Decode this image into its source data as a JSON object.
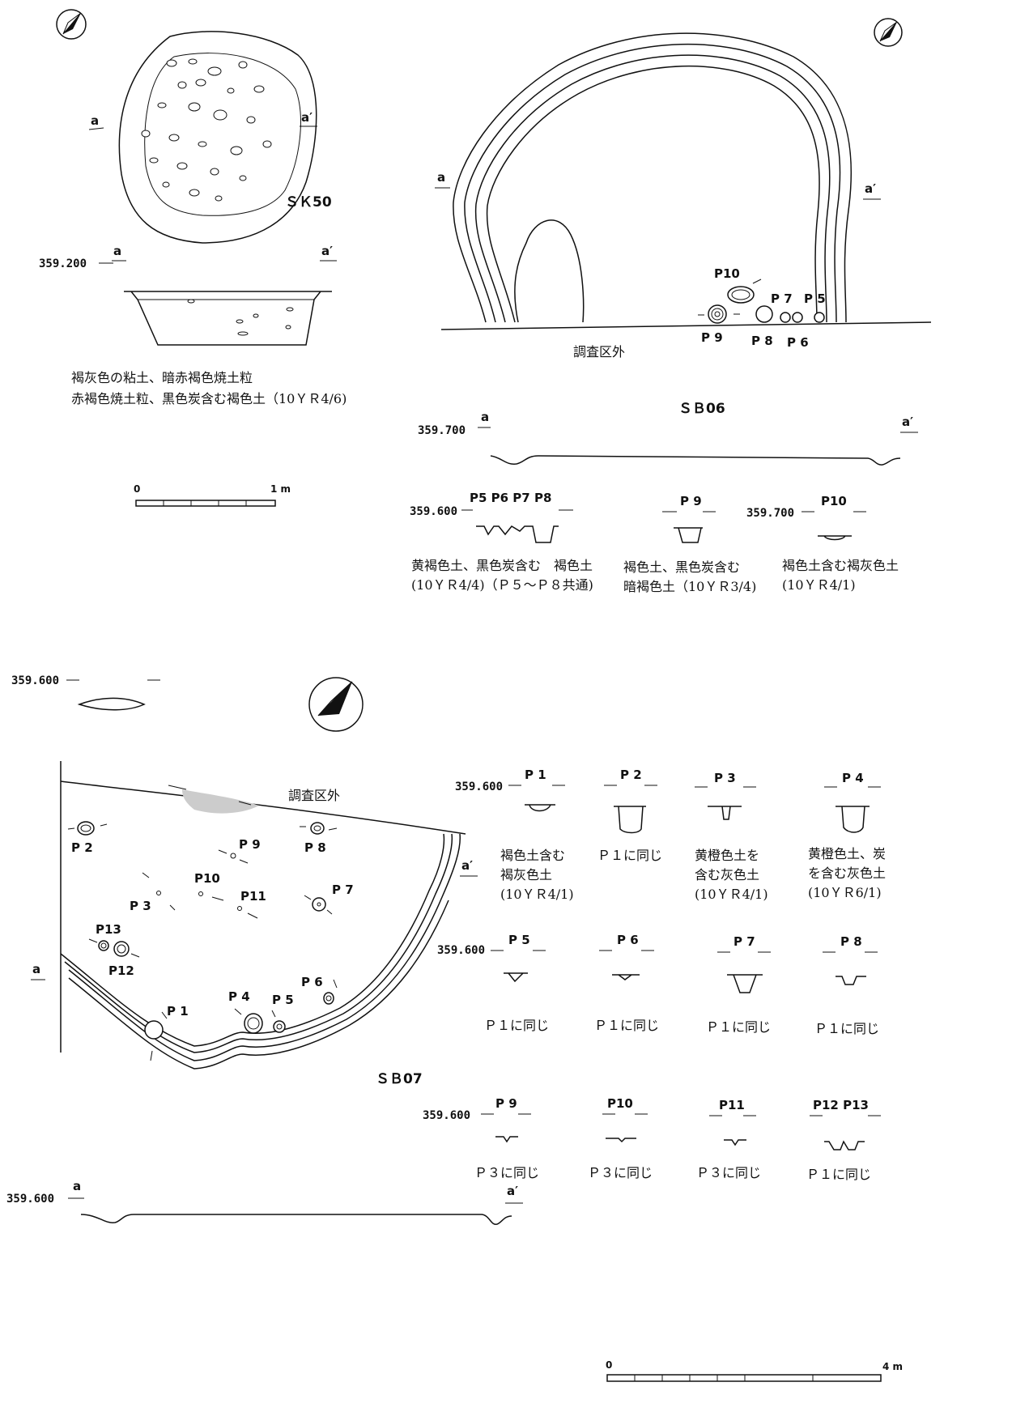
{
  "sk50": {
    "title": "ＳＫ50",
    "a": "a",
    "a_prime": "a′",
    "elevation": "359.200",
    "note_line1": "褐灰色の粘土、暗赤褐色焼土粒",
    "note_line2": "赤褐色焼土粒、黒色炭含む褐色土（10ＹＲ4/6)",
    "scale_zero": "0",
    "scale_end": "1 m"
  },
  "sb06": {
    "title": "ＳＢ06",
    "outside_label": "調査区外",
    "a": "a",
    "a_prime": "a′",
    "pits": [
      "P10",
      "P 7",
      "P 5",
      "P 9",
      "P 8",
      "P 6"
    ],
    "section_elevation": "359.700",
    "pit_sections": [
      {
        "elevation": "359.600",
        "label": "P5 P6 P7 P8",
        "note_line1": "黄褐色土、黒色炭含む　褐色土",
        "note_line2": "(10ＹＲ4/4)（Ｐ５～Ｐ８共通)"
      },
      {
        "elevation": "",
        "label": "P 9",
        "note_line1": "褐色土、黒色炭含む",
        "note_line2": "暗褐色土（10ＹＲ3/4)"
      },
      {
        "elevation": "359.700",
        "label": "P10",
        "note_line1": "褐色土含む褐灰色土",
        "note_line2": "(10ＹＲ4/1)"
      }
    ]
  },
  "misc_section": {
    "elevation": "359.600"
  },
  "sb07": {
    "title": "ＳＢ07",
    "outside_label": "調査区外",
    "a": "a",
    "a_prime": "a′",
    "pits": [
      "P 2",
      "P 9",
      "P 8",
      "P10",
      "P 3",
      "P11",
      "P 7",
      "P13",
      "P12",
      "P 6",
      "P 4",
      "P 5",
      "P 1"
    ],
    "section_elevation": "359.600",
    "row1_elevation": "359.600",
    "row2_elevation": "359.600",
    "row3_elevation": "359.600",
    "row1": [
      {
        "label": "P 1",
        "note": [
          "褐色土含む",
          "褐灰色土",
          "(10ＹＲ4/1)"
        ]
      },
      {
        "label": "P 2",
        "note": [
          "Ｐ１に同じ"
        ]
      },
      {
        "label": "P 3",
        "note": [
          "黄橙色土を",
          "含む灰色土",
          "(10ＹＲ4/1)"
        ]
      },
      {
        "label": "P 4",
        "note": [
          "黄橙色土、炭",
          "を含む灰色土",
          "(10ＹＲ6/1)"
        ]
      }
    ],
    "row2": [
      {
        "label": "P 5",
        "note": "Ｐ１に同じ"
      },
      {
        "label": "P 6",
        "note": "Ｐ１に同じ"
      },
      {
        "label": "P 7",
        "note": "Ｐ１に同じ"
      },
      {
        "label": "P 8",
        "note": "Ｐ１に同じ"
      }
    ],
    "row3": [
      {
        "label": "P 9",
        "note": "Ｐ３に同じ"
      },
      {
        "label": "P10",
        "note": "Ｐ３に同じ"
      },
      {
        "label": "P11",
        "note": "Ｐ３に同じ"
      },
      {
        "label": "P12 P13",
        "note": "Ｐ１に同じ"
      }
    ],
    "scale_zero": "0",
    "scale_end": "4 m"
  },
  "icons": [
    "north-arrow-icon"
  ]
}
